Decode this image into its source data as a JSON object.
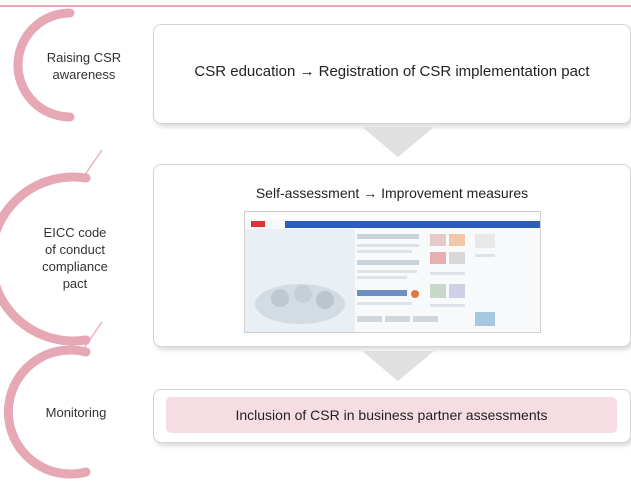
{
  "stages": [
    {
      "label": "Raising CSR\nawareness"
    },
    {
      "label": "EICC code\nof conduct\ncompliance\npact"
    },
    {
      "label": "Monitoring"
    }
  ],
  "boxes": {
    "education": {
      "text": "CSR education → Registration of CSR implementation pact"
    },
    "self_assessment": {
      "text": "Self-assessment → Improvement measures"
    },
    "monitoring": {
      "text": "Inclusion of CSR in business partner assessments"
    }
  },
  "colors": {
    "accent_pink": "#e6a8b4",
    "pale_pink": "#f6dde3",
    "chevron_gray": "#e0e0e0",
    "nav_blue": "#2a5fb8"
  },
  "screenshot": {
    "description_icon": "website-screenshot-image"
  }
}
